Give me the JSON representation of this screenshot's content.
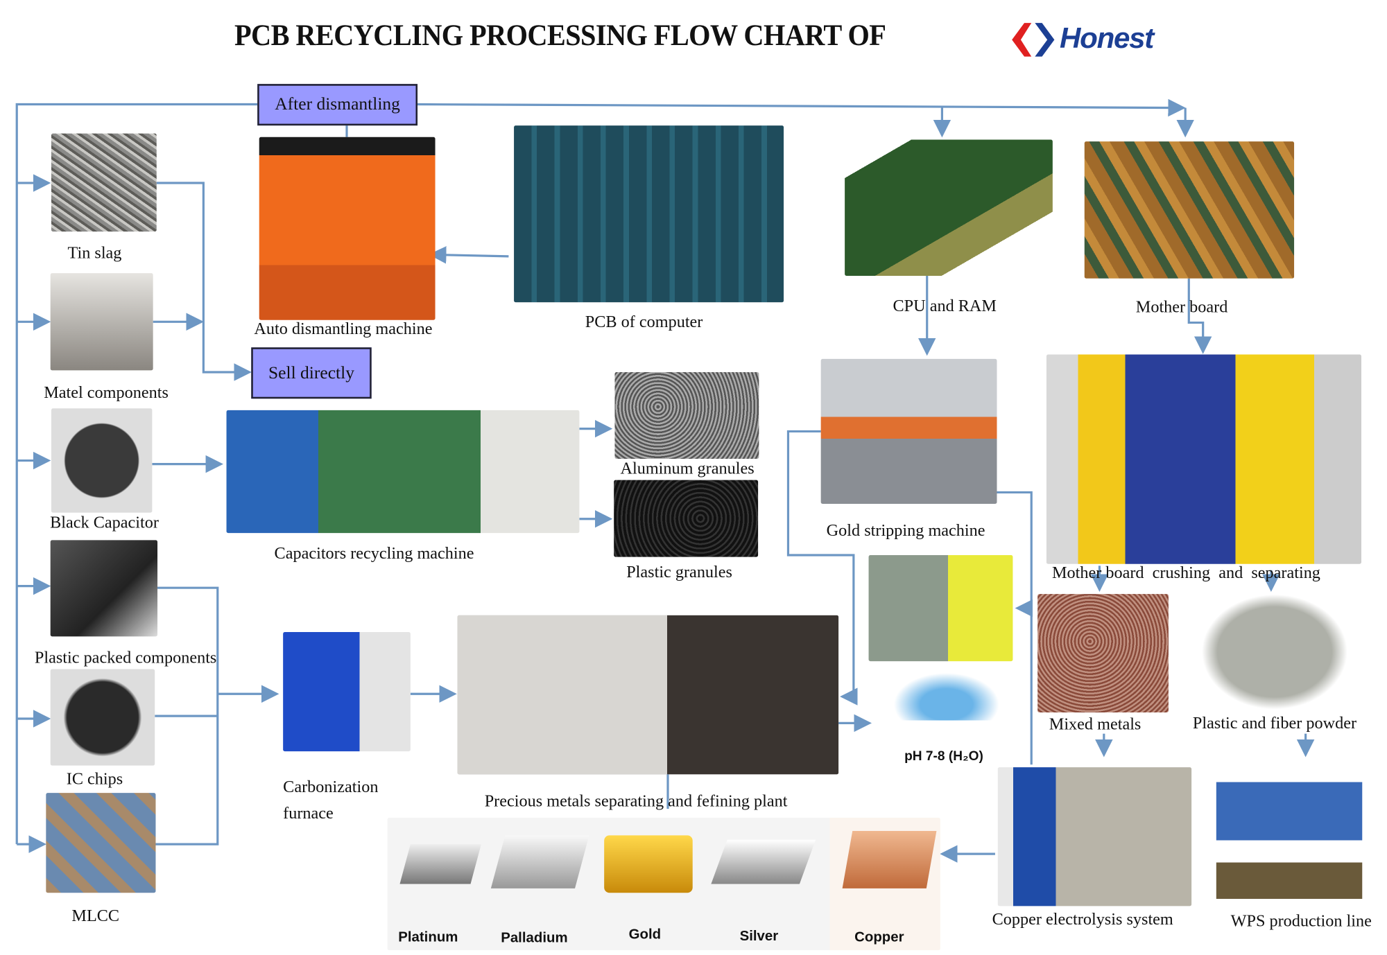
{
  "title": "PCB RECYCLING PROCESSING FLOW CHART OF",
  "logo_text": "Honest",
  "boxes": {
    "after_dismantling": "After dismantling",
    "sell_directly": "Sell directly"
  },
  "labels": {
    "tin_slag": "Tin slag",
    "auto_dismantling": "Auto dismantling machine",
    "pcb": "PCB of computer",
    "cpu_ram": "CPU and RAM",
    "mother_board": "Mother board",
    "matel_components": "Matel components",
    "black_capacitor": "Black Capacitor",
    "capacitors_machine": "Capacitors recycling machine",
    "aluminum": "Aluminum granules",
    "plastic_granules": "Plastic granules",
    "gold_stripping": "Gold stripping machine",
    "crushing": "Mother board  crushing  and  separating",
    "plastic_packed": "Plastic packed components",
    "ph": "pH 7-8 (H₂O)",
    "mixed_metals": "Mixed metals",
    "fiber_powder": "Plastic and fiber powder",
    "ic_chips": "IC chips",
    "carbonization_1": "Carbonization",
    "carbonization_2": "furnace",
    "precious_plant": "Precious metals separating and fefining plant",
    "mlcc": "MLCC",
    "copper_electrolysis": "Copper electrolysis system",
    "wps": "WPS production line"
  },
  "metals": [
    "Platinum",
    "Palladium",
    "Gold",
    "Silver",
    "Copper"
  ],
  "colors": {
    "arrow": "#6d97c4",
    "box": "#9999ff",
    "logo_blue": "#1c3f94",
    "logo_red": "#e02020"
  }
}
